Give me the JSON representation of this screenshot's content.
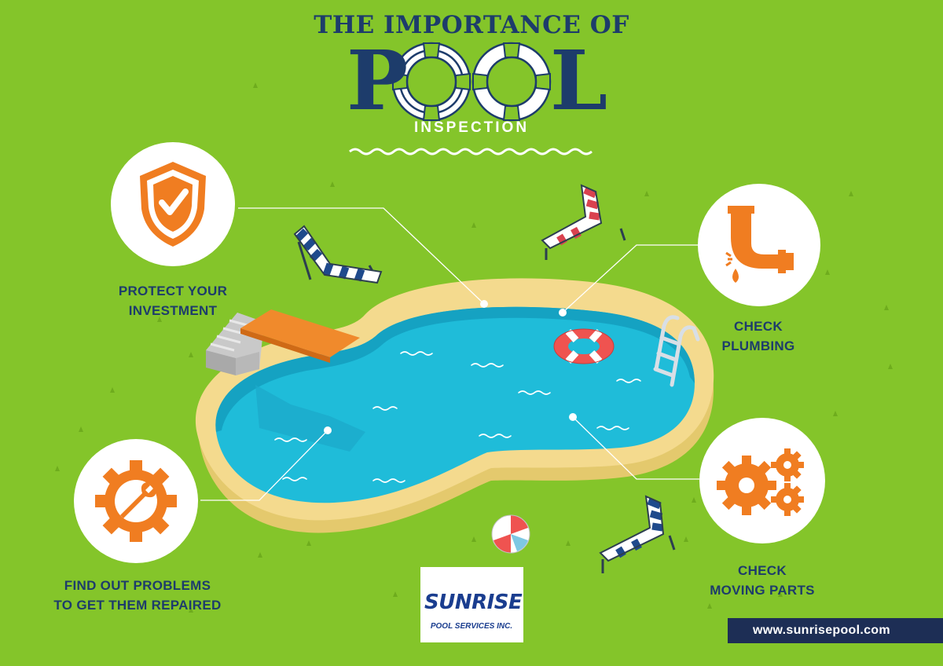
{
  "title": {
    "line1": "THE IMPORTANCE OF",
    "word_letters": [
      "P",
      "L"
    ],
    "line3": "INSPECTION"
  },
  "labels": {
    "protect": [
      "PROTECT YOUR",
      "INVESTMENT"
    ],
    "plumbing": [
      "CHECK",
      "PLUMBING"
    ],
    "problems": [
      "FIND OUT PROBLEMS",
      "TO GET THEM REPAIRED"
    ],
    "moving": [
      "CHECK",
      "MOVING PARTS"
    ]
  },
  "logo": {
    "name": "SUNRISE",
    "subtitle": "POOL SERVICES INC."
  },
  "website": "www.sunrisepool.com",
  "icons": {
    "protect": "shield-check-icon",
    "plumbing": "leaking-pipe-icon",
    "problems": "wrench-gear-icon",
    "moving": "gears-icon",
    "title_rings": "life-ring-icon"
  },
  "colors": {
    "grass": "#84c52a",
    "navy": "#1d3c6b",
    "orange": "#f07d21",
    "water": "#1fb5d4",
    "deck": "#f2d98a"
  }
}
